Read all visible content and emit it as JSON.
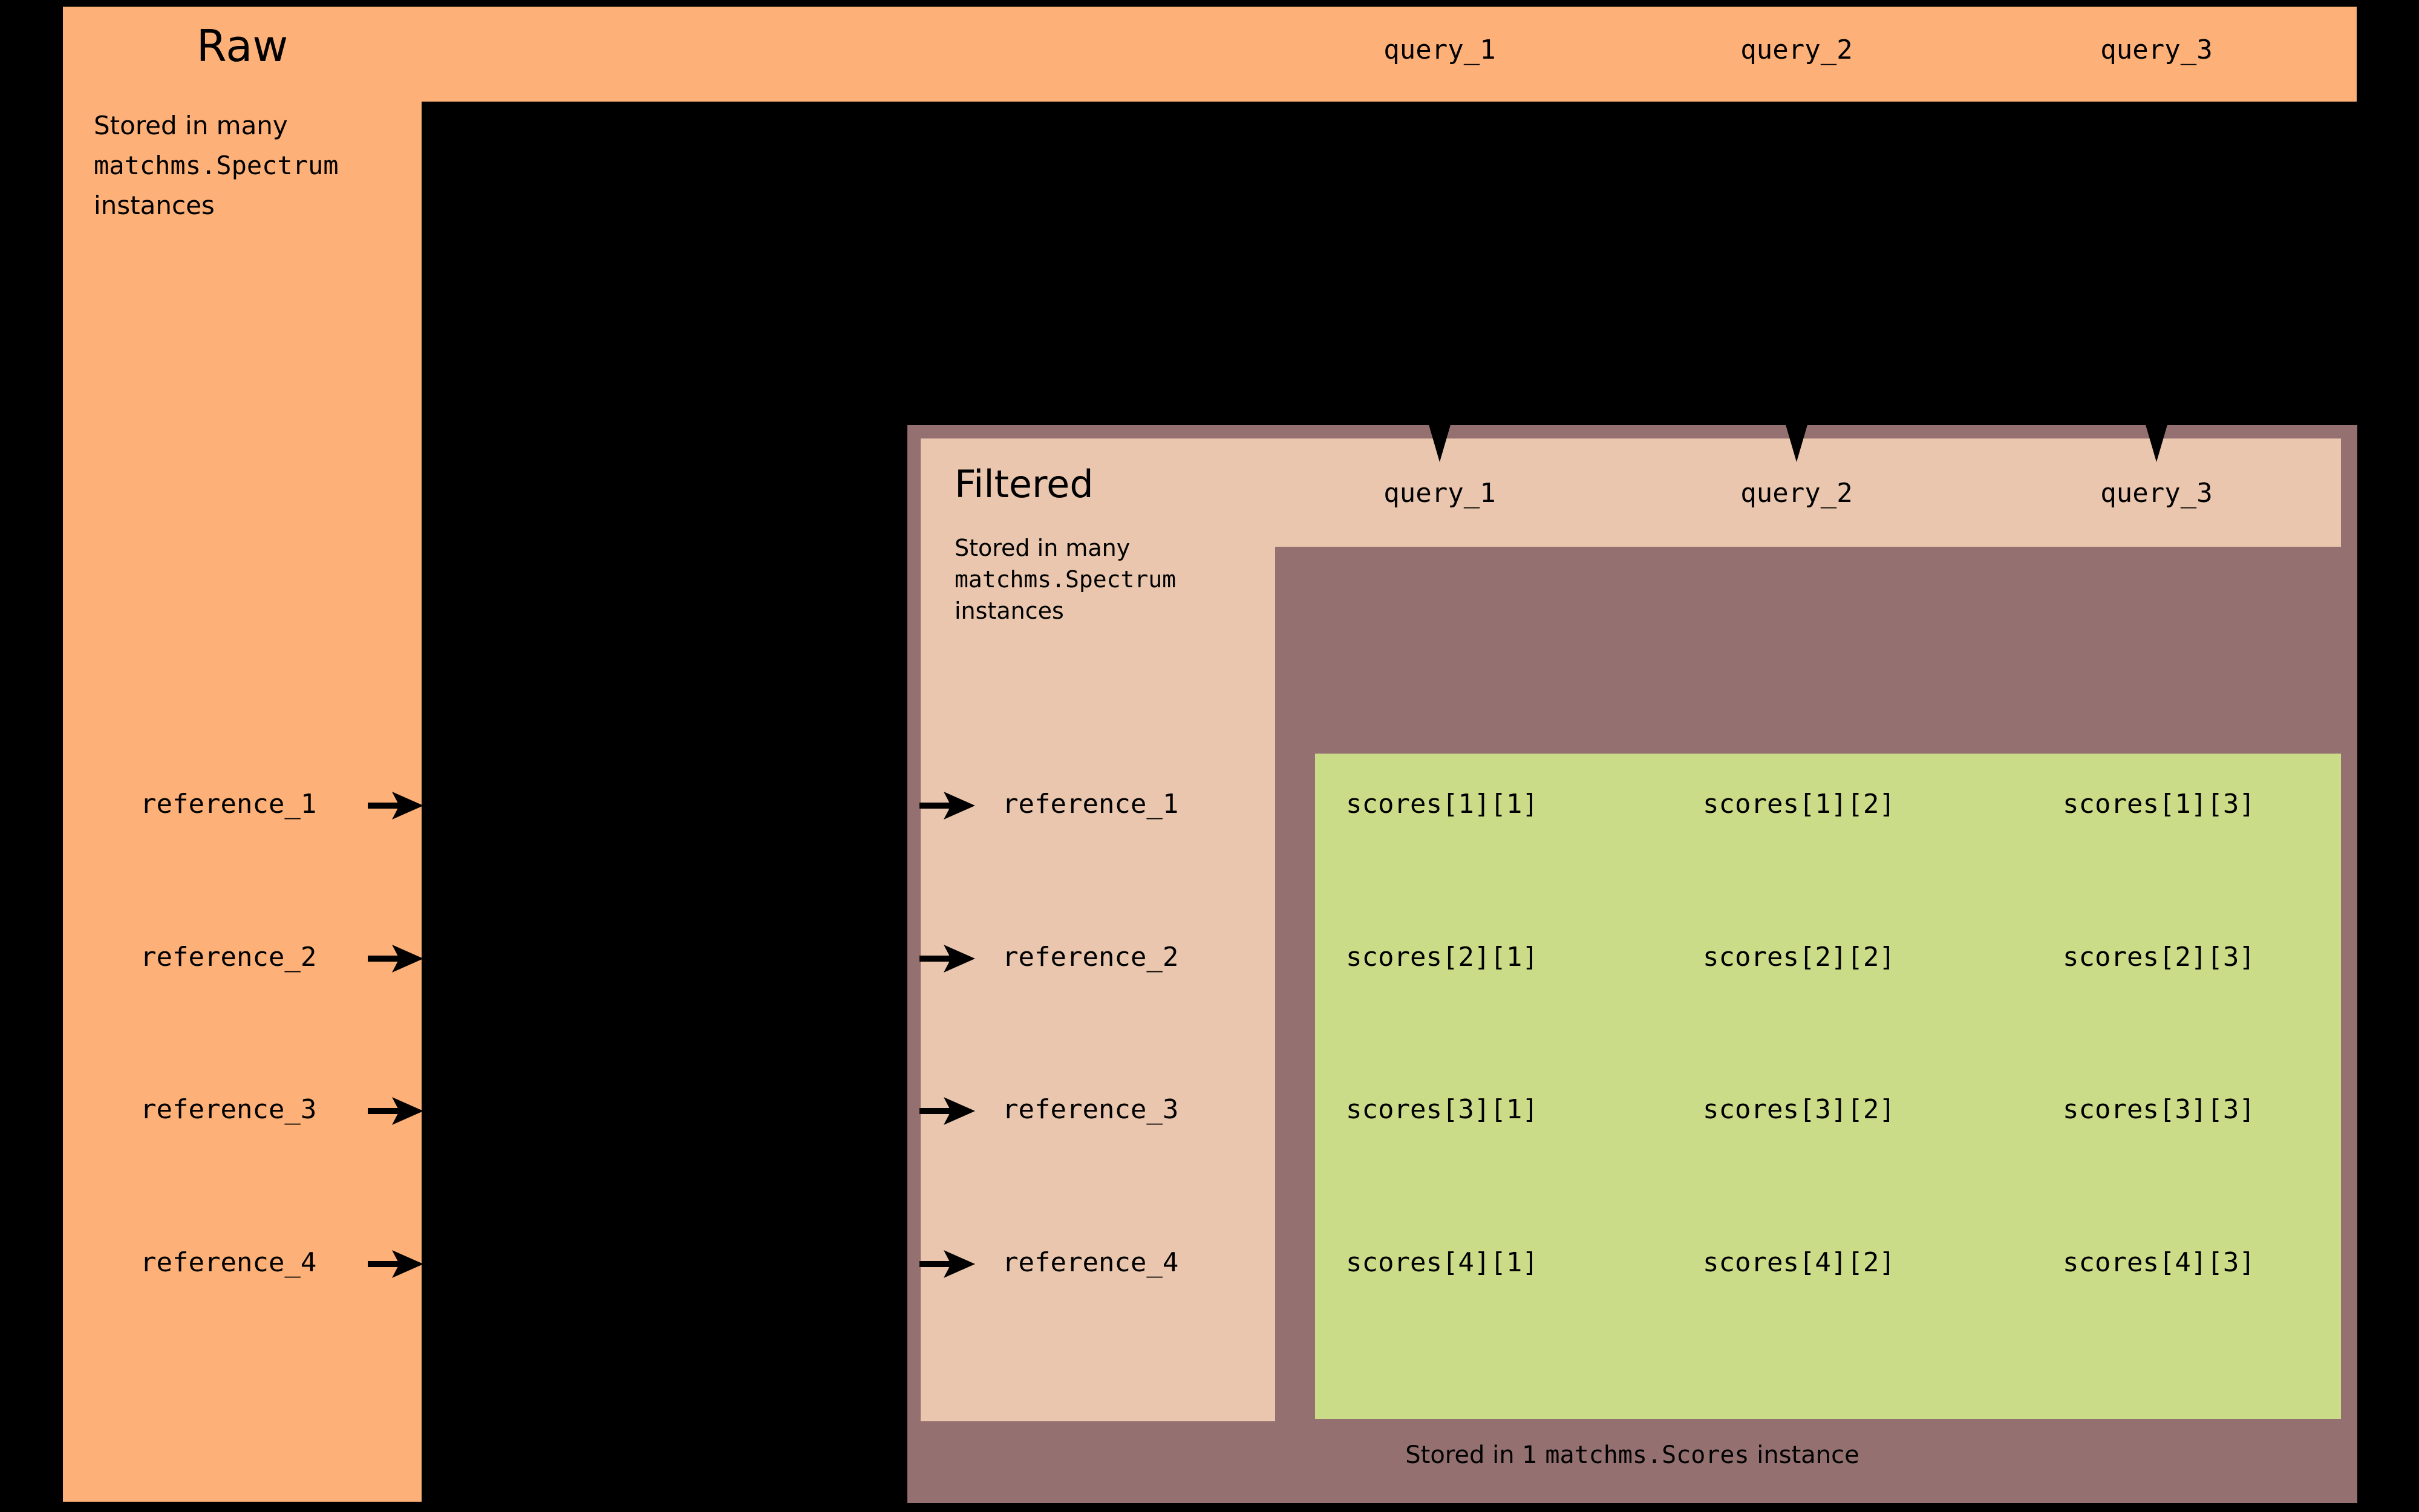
{
  "raw": {
    "title": "Raw",
    "subtitle_line1": "Stored in many",
    "subtitle_mono": "matchms.Spectrum",
    "subtitle_line3": "instances",
    "references": [
      "reference_1",
      "reference_2",
      "reference_3",
      "reference_4"
    ]
  },
  "top_queries": [
    "query_1",
    "query_2",
    "query_3"
  ],
  "filtered": {
    "title": "Filtered",
    "subtitle_line1": "Stored in many",
    "subtitle_mono": "matchms.Spectrum",
    "subtitle_line3": "instances",
    "queries": [
      "query_1",
      "query_2",
      "query_3"
    ],
    "references": [
      "reference_1",
      "reference_2",
      "reference_3",
      "reference_4"
    ]
  },
  "scores": {
    "rows": [
      [
        "scores[1][1]",
        "scores[1][2]",
        "scores[1][3]"
      ],
      [
        "scores[2][1]",
        "scores[2][2]",
        "scores[2][3]"
      ],
      [
        "scores[3][1]",
        "scores[3][2]",
        "scores[3][3]"
      ],
      [
        "scores[4][1]",
        "scores[4][2]",
        "scores[4][3]"
      ]
    ],
    "caption_pre": "Stored in 1 ",
    "caption_mono": "matchms.Scores",
    "caption_post": " instance"
  },
  "colors": {
    "background": "#000000",
    "raw_orange": "#fdb077",
    "filtered_tan": "#e9c6ad",
    "scores_mauve": "#947070",
    "scores_green": "#cbdc89",
    "text": "#000000"
  },
  "icons": {
    "right_arrow": "right-arrow-icon",
    "down_arrow": "down-arrow-icon"
  }
}
